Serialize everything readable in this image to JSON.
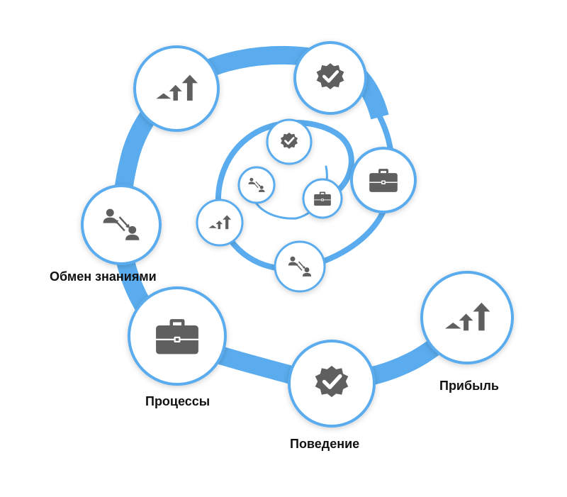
{
  "diagram": {
    "colors": {
      "track": "#5aacee",
      "icon": "#5f5f5f",
      "node_fill": "#ffffff"
    },
    "labels": {
      "knowledge_exchange": "Обмен знаниями",
      "processes": "Процессы",
      "behavior": "Поведение",
      "profit": "Прибыль"
    },
    "nodes": [
      {
        "id": "outer-growth",
        "icon": "growth-arrows-icon"
      },
      {
        "id": "outer-badge",
        "icon": "check-badge-icon"
      },
      {
        "id": "outer-briefcase",
        "icon": "briefcase-icon"
      },
      {
        "id": "outer-exchange",
        "icon": "people-exchange-icon"
      },
      {
        "id": "mid-badge",
        "icon": "check-badge-icon"
      },
      {
        "id": "mid-briefcase",
        "icon": "briefcase-icon"
      },
      {
        "id": "mid-exchange",
        "icon": "people-exchange-icon"
      },
      {
        "id": "mid-growth",
        "icon": "growth-arrows-icon"
      },
      {
        "id": "inner-exchange",
        "icon": "people-exchange-icon"
      },
      {
        "id": "inner-briefcase",
        "icon": "briefcase-icon"
      },
      {
        "id": "profit",
        "icon": "growth-arrows-icon"
      },
      {
        "id": "behavior",
        "icon": "check-badge-icon"
      },
      {
        "id": "processes",
        "icon": "briefcase-icon"
      },
      {
        "id": "knowledge-exchange",
        "icon": "people-exchange-icon"
      }
    ]
  }
}
